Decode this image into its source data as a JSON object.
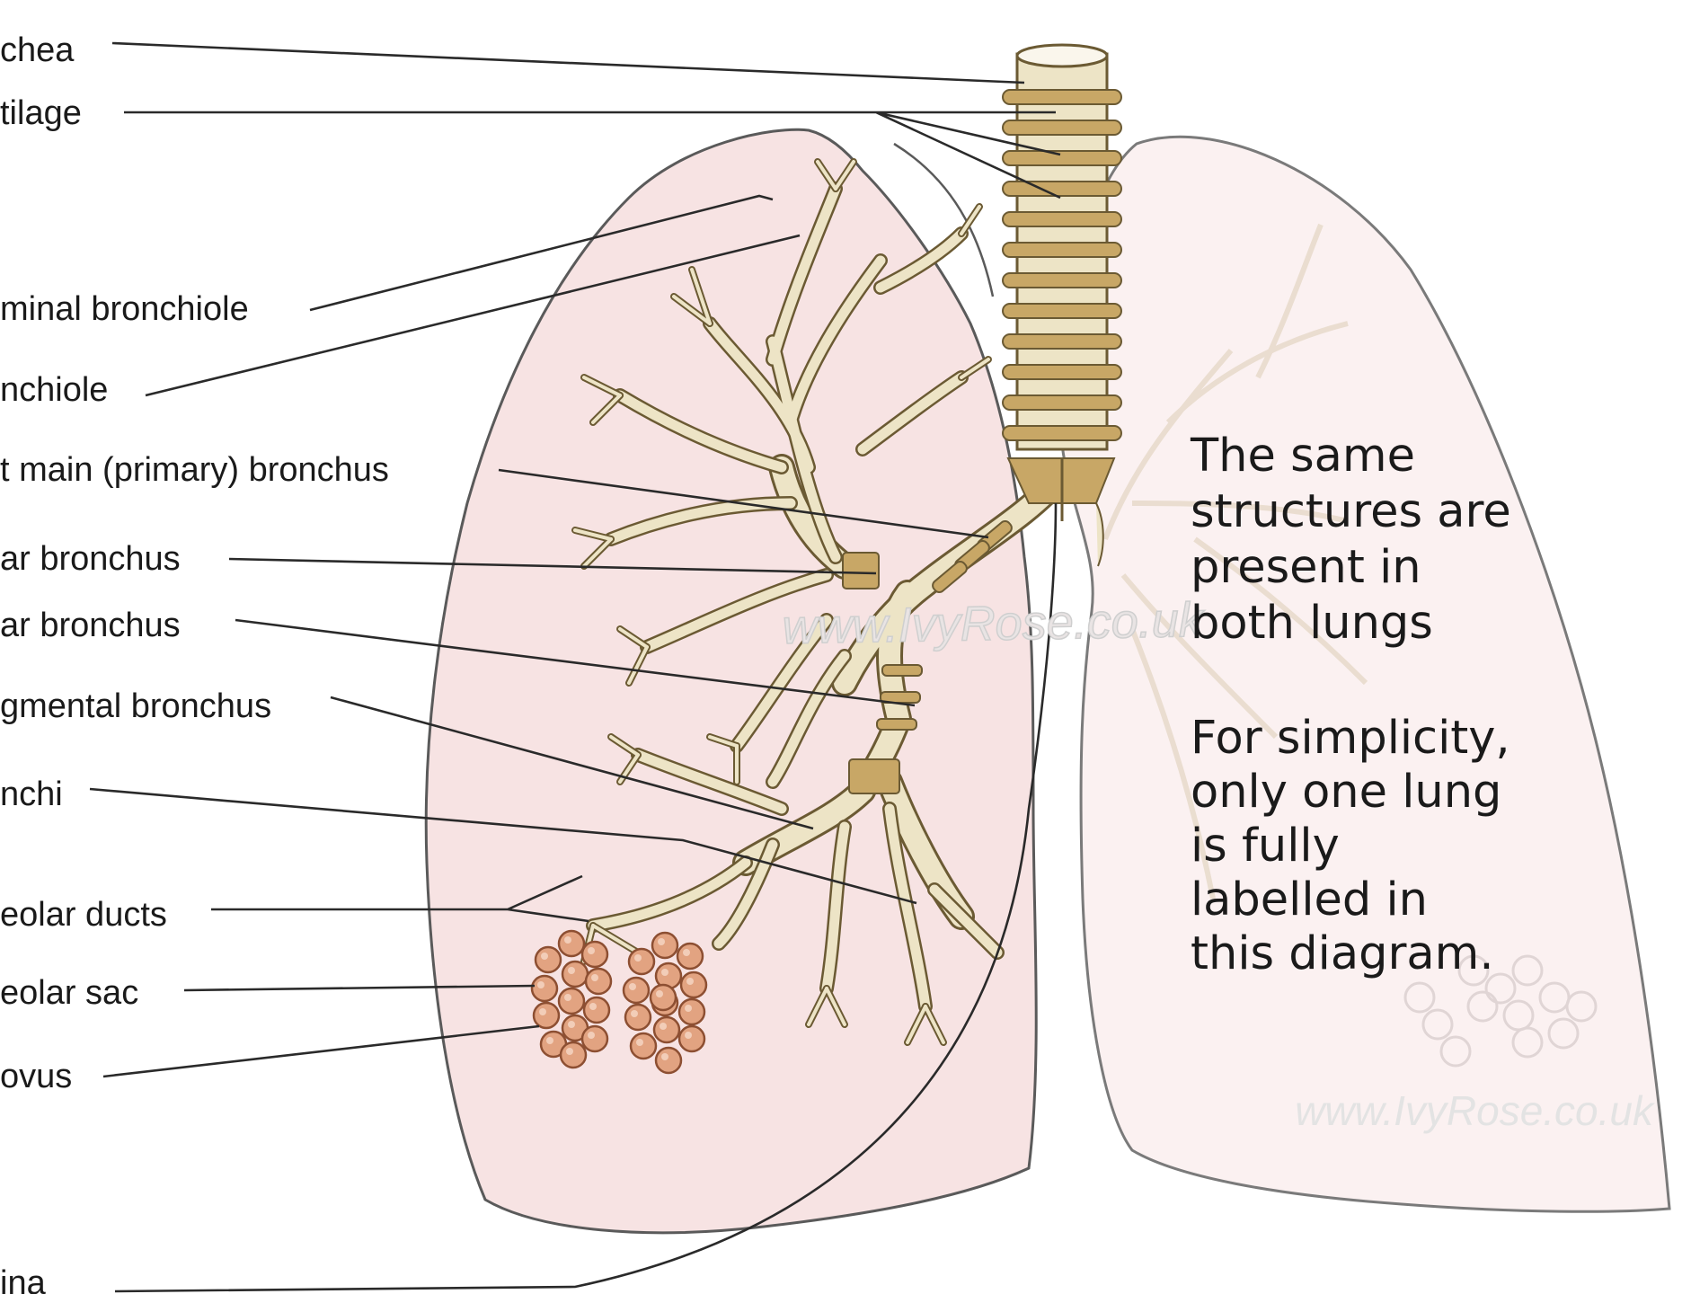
{
  "labels": [
    {
      "id": "trachea",
      "text": "chea"
    },
    {
      "id": "cartilage",
      "text": "tilage"
    },
    {
      "id": "terminal_bronchiole",
      "text": "minal bronchiole"
    },
    {
      "id": "bronchiole",
      "text": "nchiole"
    },
    {
      "id": "main_bronchus",
      "text": "t main (primary) bronchus"
    },
    {
      "id": "lobar_bronchus_1",
      "text": "ar bronchus"
    },
    {
      "id": "lobar_bronchus_2",
      "text": "ar bronchus"
    },
    {
      "id": "segmental_bronchus",
      "text": "gmental bronchus"
    },
    {
      "id": "bronchi",
      "text": "nchi"
    },
    {
      "id": "alveolar_ducts",
      "text": "eolar ducts"
    },
    {
      "id": "alveolar_sac",
      "text": "eolar sac"
    },
    {
      "id": "alveolus",
      "text": "ovus"
    },
    {
      "id": "carina",
      "text": "ina"
    }
  ],
  "note": {
    "paragraph1": [
      "The same",
      "structures are",
      "present in",
      "both lungs"
    ],
    "paragraph2": [
      "For simplicity,",
      "only one lung",
      "is fully",
      "labelled in",
      "this diagram."
    ]
  },
  "watermarks": {
    "center": "www.IvyRose.co.uk",
    "corner": "www.IvyRose.co.uk"
  },
  "colors": {
    "lung_fill": "#f7e3e3",
    "lung_stroke": "#5a5a5a",
    "airway_fill": "#ede4c6",
    "airway_stroke": "#6b5a33",
    "cartilage_ring": "#c8a766",
    "alveoli_fill": "#e2a381",
    "alveoli_stroke": "#8d4f32"
  }
}
